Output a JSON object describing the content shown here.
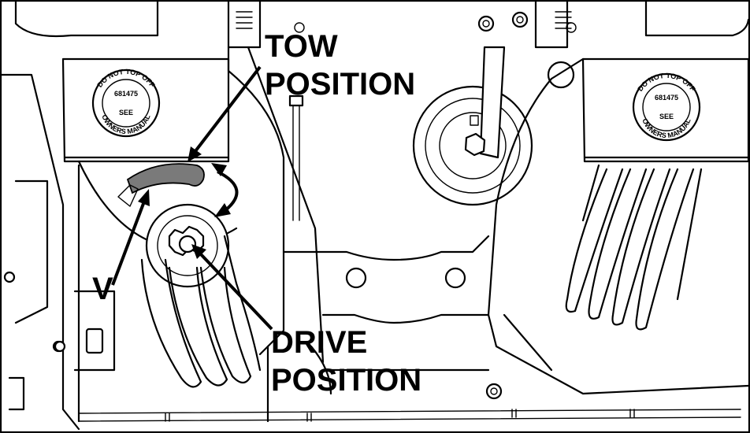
{
  "labels": {
    "tow_position_line1": "TOW",
    "tow_position_line2": "POSITION",
    "valve": "V",
    "drive_position_line1": "DRIVE",
    "drive_position_line2": "POSITION"
  },
  "cap_left": {
    "outer_text": "DO NOT TOP OFF",
    "part_number": "681475",
    "center_text": "SEE",
    "bottom_text": "OWNERS MANUAL"
  },
  "cap_right": {
    "outer_text": "DO NOT TOP OFF",
    "part_number": "681475",
    "center_text": "SEE",
    "bottom_text": "OWNERS MANUAL"
  },
  "colors": {
    "lever_fill": "#7a7a7a",
    "line": "#000000",
    "background": "#ffffff"
  }
}
